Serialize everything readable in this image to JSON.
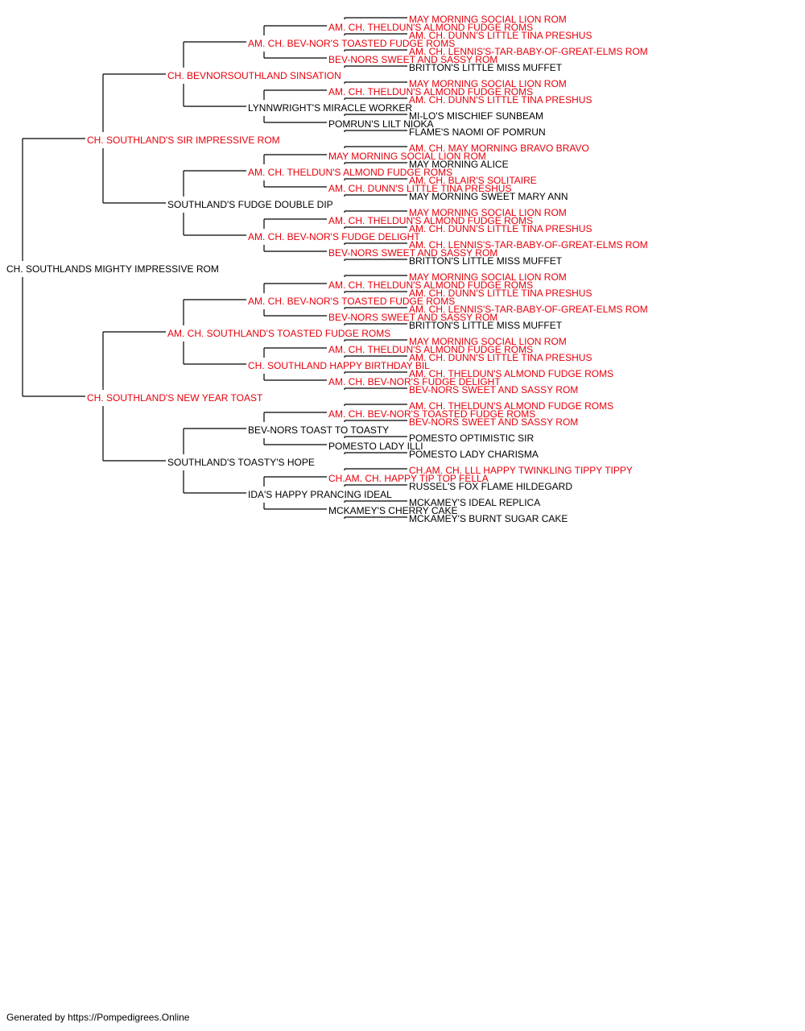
{
  "colors": {
    "champion": "#e8000b",
    "regular": "#000000",
    "line": "#000000"
  },
  "pedigree": {
    "name": "CH. SOUTHLANDS MIGHTY IMPRESSIVE ROM",
    "champion": false,
    "sire": {
      "name": "CH. SOUTHLAND'S SIR IMPRESSIVE ROM",
      "champion": true,
      "sire": {
        "name": "CH. BEVNORSOUTHLAND SINSATION",
        "champion": true,
        "sire": {
          "name": "AM. CH. BEV-NOR'S TOASTED FUDGE ROMS",
          "champion": true,
          "sire": {
            "name": "AM. CH. THELDUN'S ALMOND FUDGE ROMS",
            "champion": true,
            "sire": {
              "name": "MAY MORNING SOCIAL LION ROM",
              "champion": true
            },
            "dam": {
              "name": "AM. CH. DUNN'S LITTLE TINA PRESHUS",
              "champion": true
            }
          },
          "dam": {
            "name": "BEV-NORS SWEET AND SASSY ROM",
            "champion": true,
            "sire": {
              "name": "AM. CH. LENNIS'S-TAR-BABY-OF-GREAT-ELMS ROM",
              "champion": true
            },
            "dam": {
              "name": "BRITTON'S LITTLE MISS MUFFET",
              "champion": false
            }
          }
        },
        "dam": {
          "name": "LYNNWRIGHT'S MIRACLE WORKER",
          "champion": false,
          "sire": {
            "name": "AM. CH. THELDUN'S ALMOND FUDGE ROMS",
            "champion": true,
            "sire": {
              "name": "MAY MORNING SOCIAL LION ROM",
              "champion": true
            },
            "dam": {
              "name": "AM. CH. DUNN'S LITTLE TINA PRESHUS",
              "champion": true
            }
          },
          "dam": {
            "name": "POMRUN'S LILT NIOKA",
            "champion": false,
            "sire": {
              "name": "MI-LO'S MISCHIEF SUNBEAM",
              "champion": false
            },
            "dam": {
              "name": "FLAME'S NAOMI OF POMRUN",
              "champion": false
            }
          }
        }
      },
      "dam": {
        "name": "SOUTHLAND'S FUDGE DOUBLE DIP",
        "champion": false,
        "sire": {
          "name": "AM. CH. THELDUN'S ALMOND FUDGE ROMS",
          "champion": true,
          "sire": {
            "name": "MAY MORNING SOCIAL LION ROM",
            "champion": true,
            "sire": {
              "name": "AM. CH. MAY MORNING BRAVO BRAVO",
              "champion": true
            },
            "dam": {
              "name": "MAY MORNING ALICE",
              "champion": false
            }
          },
          "dam": {
            "name": "AM. CH. DUNN'S LITTLE TINA PRESHUS",
            "champion": true,
            "sire": {
              "name": "AM. CH. BLAIR'S SOLITAIRE",
              "champion": true
            },
            "dam": {
              "name": "MAY MORNING SWEET MARY ANN",
              "champion": false
            }
          }
        },
        "dam": {
          "name": "AM. CH. BEV-NOR'S FUDGE DELIGHT",
          "champion": true,
          "sire": {
            "name": "AM. CH. THELDUN'S ALMOND FUDGE ROMS",
            "champion": true,
            "sire": {
              "name": "MAY MORNING SOCIAL LION ROM",
              "champion": true
            },
            "dam": {
              "name": "AM. CH. DUNN'S LITTLE TINA PRESHUS",
              "champion": true
            }
          },
          "dam": {
            "name": "BEV-NORS SWEET AND SASSY ROM",
            "champion": true,
            "sire": {
              "name": "AM. CH. LENNIS'S-TAR-BABY-OF-GREAT-ELMS ROM",
              "champion": true
            },
            "dam": {
              "name": "BRITTON'S LITTLE MISS MUFFET",
              "champion": false
            }
          }
        }
      }
    },
    "dam": {
      "name": "CH. SOUTHLAND'S NEW YEAR TOAST",
      "champion": true,
      "sire": {
        "name": "AM. CH. SOUTHLAND'S TOASTED FUDGE ROMS",
        "champion": true,
        "sire": {
          "name": "AM. CH. BEV-NOR'S TOASTED FUDGE ROMS",
          "champion": true,
          "sire": {
            "name": "AM. CH. THELDUN'S ALMOND FUDGE ROMS",
            "champion": true,
            "sire": {
              "name": "MAY MORNING SOCIAL LION ROM",
              "champion": true
            },
            "dam": {
              "name": "AM. CH. DUNN'S LITTLE TINA PRESHUS",
              "champion": true
            }
          },
          "dam": {
            "name": "BEV-NORS SWEET AND SASSY ROM",
            "champion": true,
            "sire": {
              "name": "AM. CH. LENNIS'S-TAR-BABY-OF-GREAT-ELMS ROM",
              "champion": true
            },
            "dam": {
              "name": "BRITTON'S LITTLE MISS MUFFET",
              "champion": false
            }
          }
        },
        "dam": {
          "name": "CH. SOUTHLAND HAPPY BIRTHDAY BIL",
          "champion": true,
          "sire": {
            "name": "AM. CH. THELDUN'S ALMOND FUDGE ROMS",
            "champion": true,
            "sire": {
              "name": "MAY MORNING SOCIAL LION ROM",
              "champion": true
            },
            "dam": {
              "name": "AM. CH. DUNN'S LITTLE TINA PRESHUS",
              "champion": true
            }
          },
          "dam": {
            "name": "AM. CH. BEV-NOR'S FUDGE DELIGHT",
            "champion": true,
            "sire": {
              "name": "AM. CH. THELDUN'S ALMOND FUDGE ROMS",
              "champion": true
            },
            "dam": {
              "name": "BEV-NORS SWEET AND SASSY ROM",
              "champion": true
            }
          }
        }
      },
      "dam": {
        "name": "SOUTHLAND'S TOASTY'S HOPE",
        "champion": false,
        "sire": {
          "name": "BEV-NORS TOAST TO TOASTY",
          "champion": false,
          "sire": {
            "name": "AM. CH. BEV-NOR'S TOASTED FUDGE ROMS",
            "champion": true,
            "sire": {
              "name": "AM. CH. THELDUN'S ALMOND FUDGE ROMS",
              "champion": true
            },
            "dam": {
              "name": "BEV-NORS SWEET AND SASSY ROM",
              "champion": true
            }
          },
          "dam": {
            "name": "POMESTO LADY ILLI",
            "champion": false,
            "sire": {
              "name": "POMESTO OPTIMISTIC SIR",
              "champion": false
            },
            "dam": {
              "name": "POMESTO LADY CHARISMA",
              "champion": false
            }
          }
        },
        "dam": {
          "name": "IDA'S HAPPY PRANCING IDEAL",
          "champion": false,
          "sire": {
            "name": "CH.AM. CH. HAPPY TIP TOP FELLA",
            "champion": true,
            "sire": {
              "name": "CH.AM. CH. LLL HAPPY TWINKLING TIPPY TIPPY",
              "champion": true
            },
            "dam": {
              "name": "RUSSEL'S FOX FLAME HILDEGARD",
              "champion": false
            }
          },
          "dam": {
            "name": "MCKAMEY'S CHERRY CAKE",
            "champion": false,
            "sire": {
              "name": "MCKAMEY'S IDEAL REPLICA",
              "champion": false
            },
            "dam": {
              "name": "MCKAMEY'S BURNT SUGAR CAKE",
              "champion": false
            }
          }
        }
      }
    }
  },
  "footer": {
    "text": "Generated by https://Pompedigrees.Online"
  }
}
